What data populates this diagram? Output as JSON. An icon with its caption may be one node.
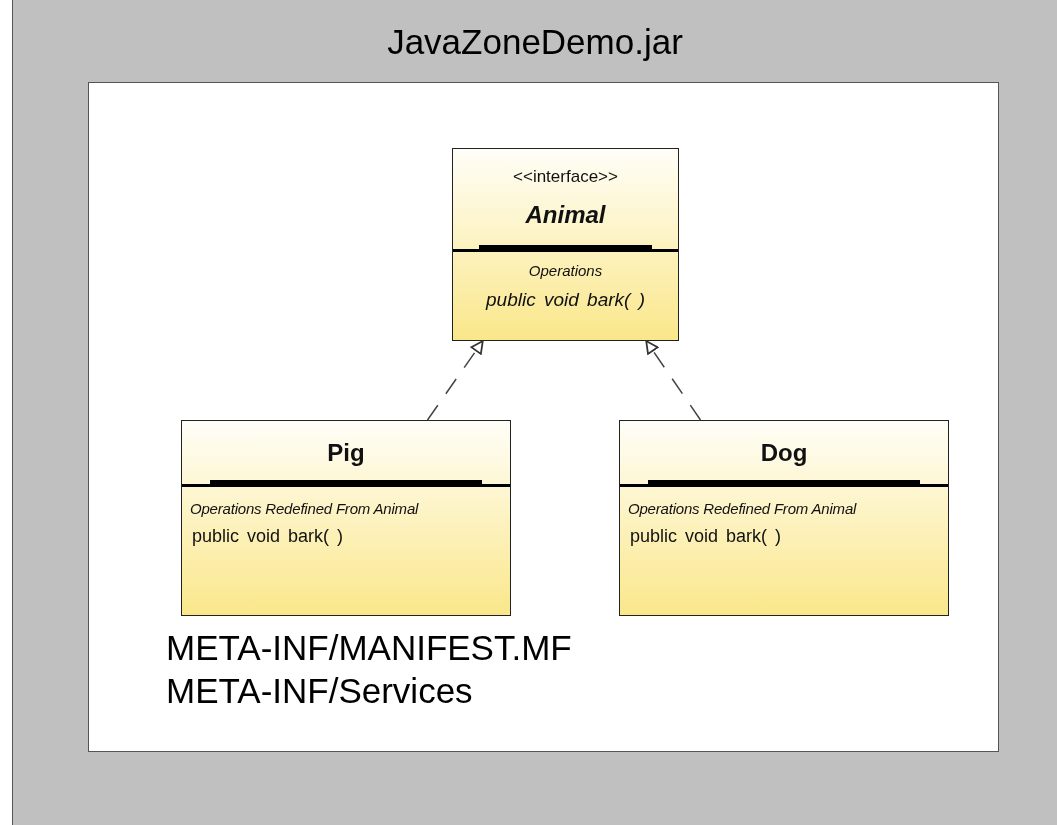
{
  "diagram": {
    "nodes": [
      {
        "text": [
          "JavaZoneDemo.jar"
        ]
      },
      {
        "text": [
          "META-INF/MANIFEST.MF",
          "META-INF/Services"
        ],
        "in": 0
      },
      {
        "text": [
          "<<interface>>",
          "Animal",
          "Operations",
          "public void bark( )"
        ],
        "in": 1
      },
      {
        "text": [
          "Pig",
          "Operations Redefined From Animal",
          "public void bark( )"
        ],
        "in": 1
      },
      {
        "text": [
          "Dog",
          "Operations Redefined From Animal",
          "public void bark( )"
        ],
        "in": 1
      }
    ],
    "edges": [
      {
        "from": 3,
        "to": 2,
        "arrow": "to",
        "style": "dashed"
      },
      {
        "from": 4,
        "to": 2,
        "arrow": "to",
        "style": "dashed"
      }
    ]
  }
}
